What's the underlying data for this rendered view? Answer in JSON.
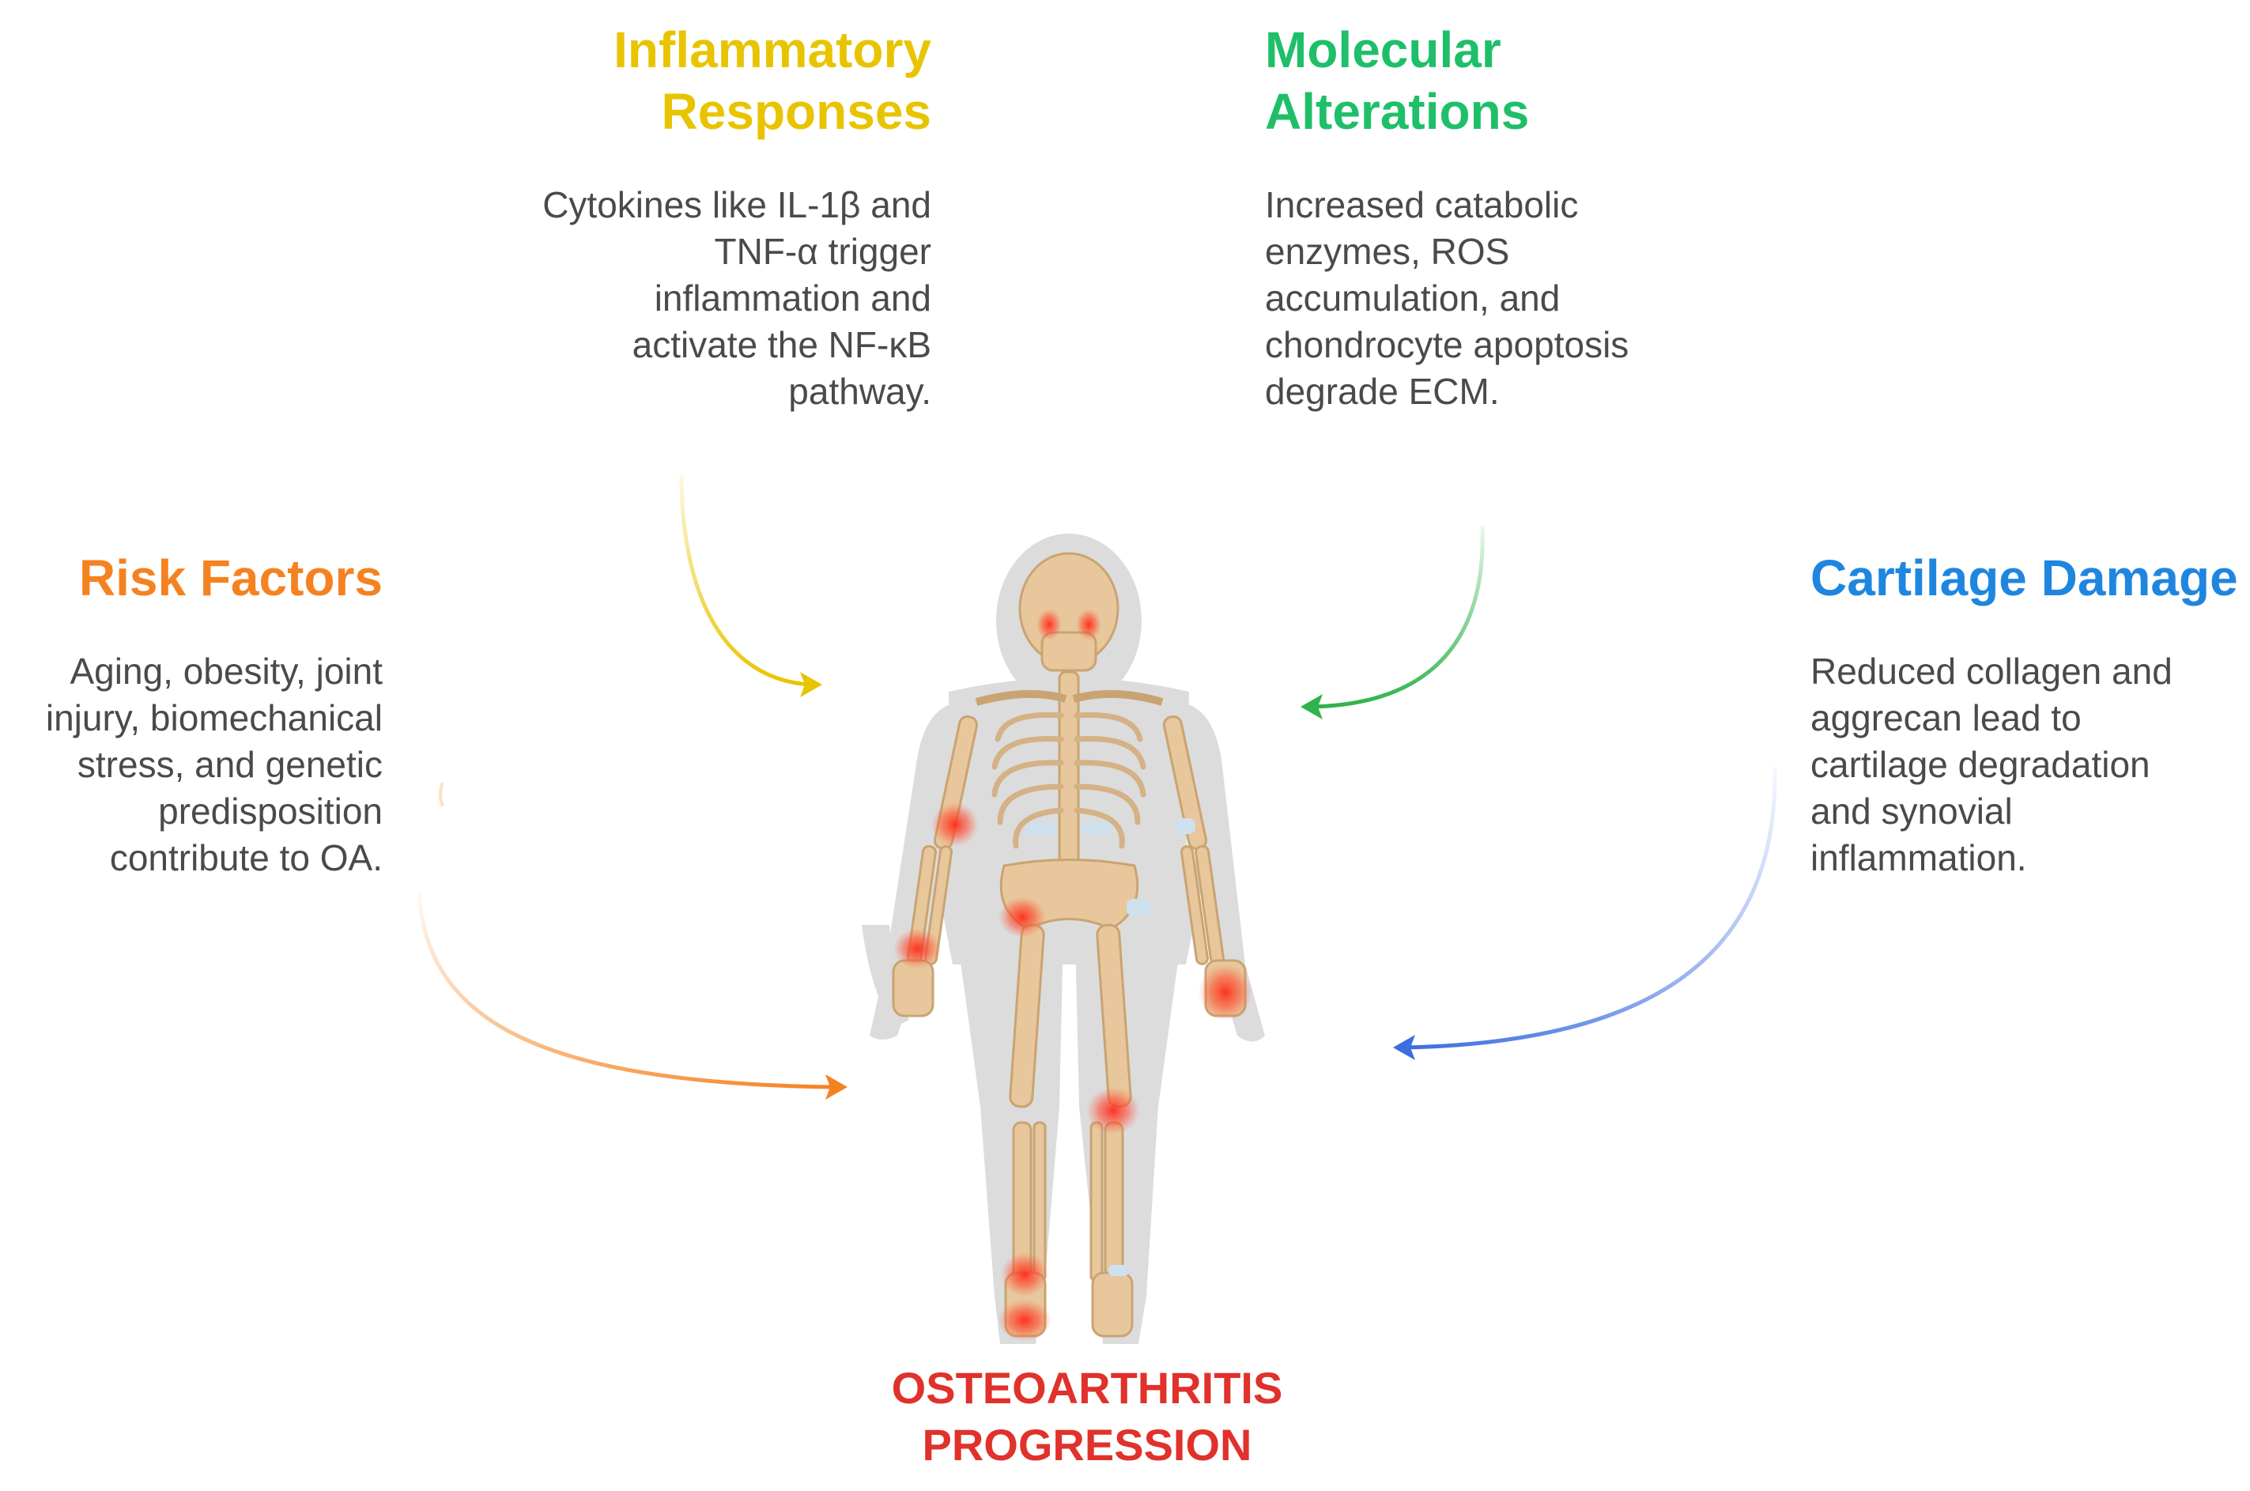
{
  "nodes": {
    "inflammatory": {
      "title": "Inflammatory\nResponses",
      "description": "Cytokines like IL-1β and\nTNF-α trigger\ninflammation and\nactivate the NF-κB\npathway.",
      "color": "#e8c400"
    },
    "molecular": {
      "title": "Molecular\nAlterations",
      "description": "Increased catabolic\nenzymes, ROS\naccumulation, and\nchondrocyte apoptosis\ndegrade ECM.",
      "color": "#1fbf6a"
    },
    "risk": {
      "title": "Risk Factors",
      "description": "Aging, obesity, joint\ninjury, biomechanical\nstress, and genetic\npredisposition\ncontribute to OA.",
      "color": "#f58220"
    },
    "cartilage": {
      "title": "Cartilage Damage",
      "description": "Reduced collagen and\naggrecan lead to\ncartilage degradation\nand synovial\ninflammation.",
      "color": "#1f86e0"
    }
  },
  "center": {
    "label": "OSTEOARTHRITIS\nPROGRESSION",
    "color": "#e0312b"
  },
  "colors": {
    "text": "#4a4a4a",
    "bone": "#e7c79b",
    "bone_outline": "#c9a472",
    "silhouette": "#dcdcdc",
    "inflammation": "#ff3b30"
  },
  "figure_icon": "skeleton-icon"
}
